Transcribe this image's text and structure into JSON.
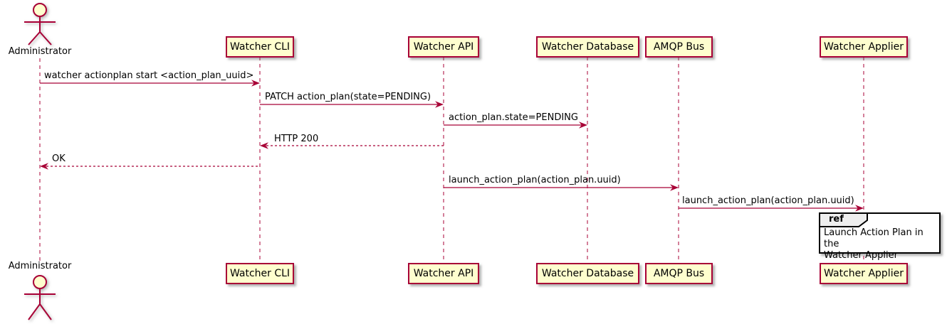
{
  "diagram": {
    "type": "sequence",
    "background": "#FFFFFF"
  },
  "colors": {
    "accent": "#A80036",
    "participant_fill": "#FEFECE",
    "ref_border": "#000000",
    "ref_header_fill": "#EEEEEE",
    "text": "#000000"
  },
  "actor": {
    "name": "Administrator"
  },
  "participants": [
    {
      "name": "Watcher CLI"
    },
    {
      "name": "Watcher API"
    },
    {
      "name": "Watcher Database"
    },
    {
      "name": "AMQP Bus"
    },
    {
      "name": "Watcher Applier"
    }
  ],
  "messages": [
    {
      "label": "watcher actionplan start <action_plan_uuid>",
      "from": "Administrator",
      "to": "Watcher CLI",
      "line": "solid"
    },
    {
      "label": "PATCH action_plan(state=PENDING)",
      "from": "Watcher CLI",
      "to": "Watcher API",
      "line": "solid"
    },
    {
      "label": "action_plan.state=PENDING",
      "from": "Watcher API",
      "to": "Watcher Database",
      "line": "solid"
    },
    {
      "label": "HTTP 200",
      "from": "Watcher API",
      "to": "Watcher CLI",
      "line": "dashed"
    },
    {
      "label": "OK",
      "from": "Watcher CLI",
      "to": "Administrator",
      "line": "dashed"
    },
    {
      "label": "launch_action_plan(action_plan.uuid)",
      "from": "Watcher API",
      "to": "AMQP Bus",
      "line": "solid"
    },
    {
      "label": "launch_action_plan(action_plan.uuid)",
      "from": "AMQP Bus",
      "to": "Watcher Applier",
      "line": "solid"
    }
  ],
  "fragment": {
    "keyword": "ref",
    "lines": [
      "Launch Action Plan in the",
      "Watcher Applier"
    ]
  }
}
